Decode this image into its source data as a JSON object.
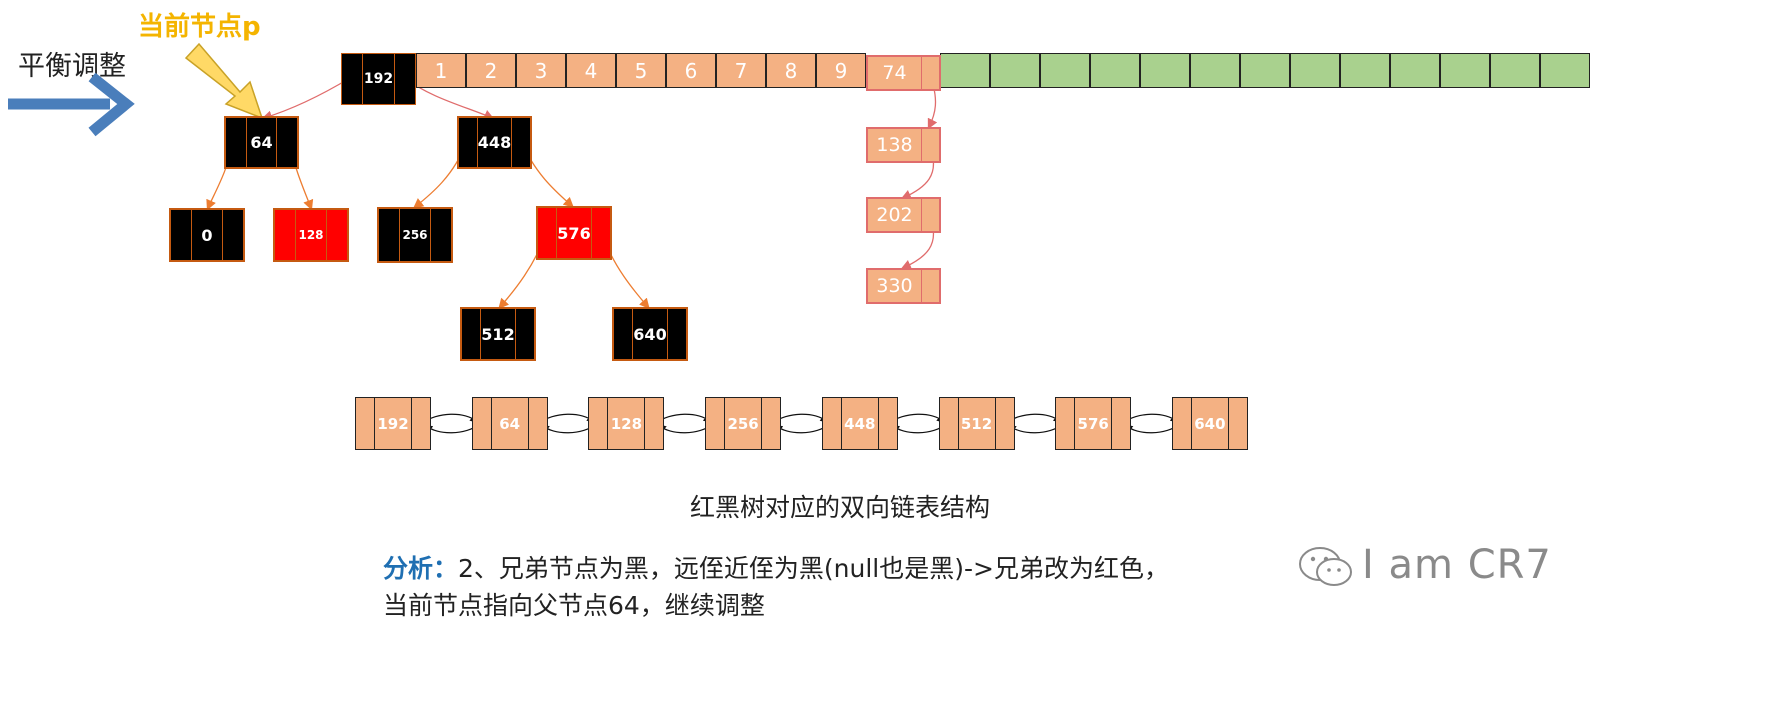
{
  "labels": {
    "balance": "平衡调整",
    "current": "当前节点p",
    "caption": "红黑树对应的双向链表结构",
    "analysis_key": "分析：",
    "analysis_line1": "2、兄弟节点为黑，远侄近侄为黑(null也是黑)->兄弟改为红色，",
    "analysis_line2": "当前节点指向父节点64，继续调整",
    "watermark": "I am CR7"
  },
  "array": {
    "index0_value": "192",
    "peach_cells": [
      "1",
      "2",
      "3",
      "4",
      "5",
      "6",
      "7",
      "8",
      "9"
    ],
    "green_cell_count": 13
  },
  "tree": {
    "nodes": [
      {
        "id": "n192",
        "value": "192",
        "color": "black"
      },
      {
        "id": "n64",
        "value": "64",
        "color": "black"
      },
      {
        "id": "n448",
        "value": "448",
        "color": "black"
      },
      {
        "id": "n0",
        "value": "0",
        "color": "black"
      },
      {
        "id": "n128",
        "value": "128",
        "color": "red"
      },
      {
        "id": "n256",
        "value": "256",
        "color": "black"
      },
      {
        "id": "n576",
        "value": "576",
        "color": "red"
      },
      {
        "id": "n512",
        "value": "512",
        "color": "black"
      },
      {
        "id": "n640",
        "value": "640",
        "color": "black"
      }
    ]
  },
  "bucket_chain": [
    "74",
    "138",
    "202",
    "330"
  ],
  "linked_list": [
    "192",
    "64",
    "128",
    "256",
    "448",
    "512",
    "576",
    "640"
  ],
  "colors": {
    "black_node": "#000000",
    "red_node": "#FF0000",
    "peach": "#F4B183",
    "green": "#A9D18E",
    "arrow_blue": "#4A7EBB",
    "arrow_yellow": "#FFD966",
    "accent_blue": "#1F6FB2"
  }
}
